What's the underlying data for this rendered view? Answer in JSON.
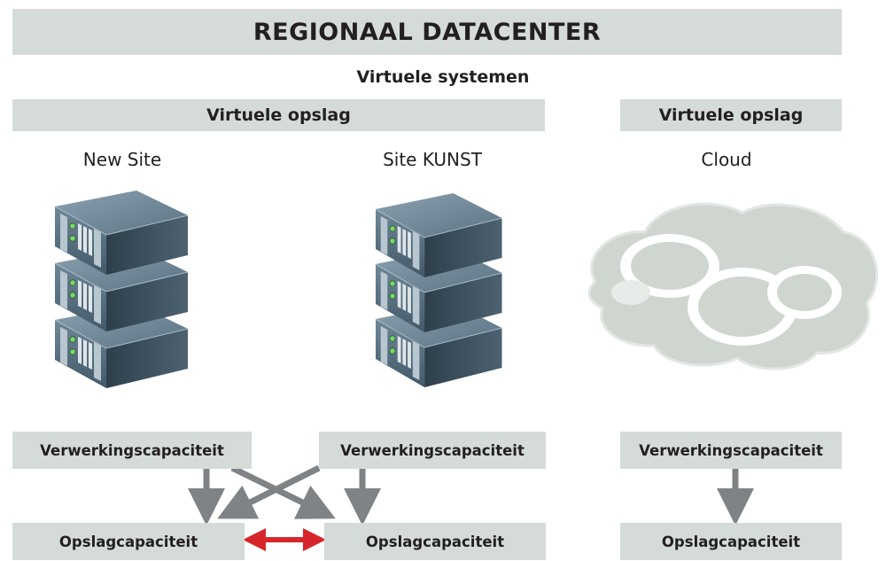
{
  "header": {
    "title": "REGIONAAL DATACENTER"
  },
  "virtual_systems": "Virtuele systemen",
  "storage_bands": [
    "Virtuele opslag",
    "Virtuele opslag"
  ],
  "sites": [
    {
      "name": "New Site",
      "processing": "Verwerkingscapaciteit",
      "storage": "Opslagcapaciteit",
      "icon": "server-stack-icon"
    },
    {
      "name": "Site KUNST",
      "processing": "Verwerkingscapaciteit",
      "storage": "Opslagcapaciteit",
      "icon": "server-stack-icon"
    },
    {
      "name": "Cloud",
      "processing": "Verwerkingscapaciteit",
      "storage": "Opslagcapaciteit",
      "icon": "cloud-icon"
    }
  ],
  "colors": {
    "band": "#d5dcd7",
    "arrow_gray": "#7f8385",
    "arrow_red": "#d7262b",
    "server_dark": "#3b4d5a",
    "server_light": "#7b92a2",
    "cloud_fill": "#cfd6d0",
    "cloud_stroke": "#ffffff"
  }
}
